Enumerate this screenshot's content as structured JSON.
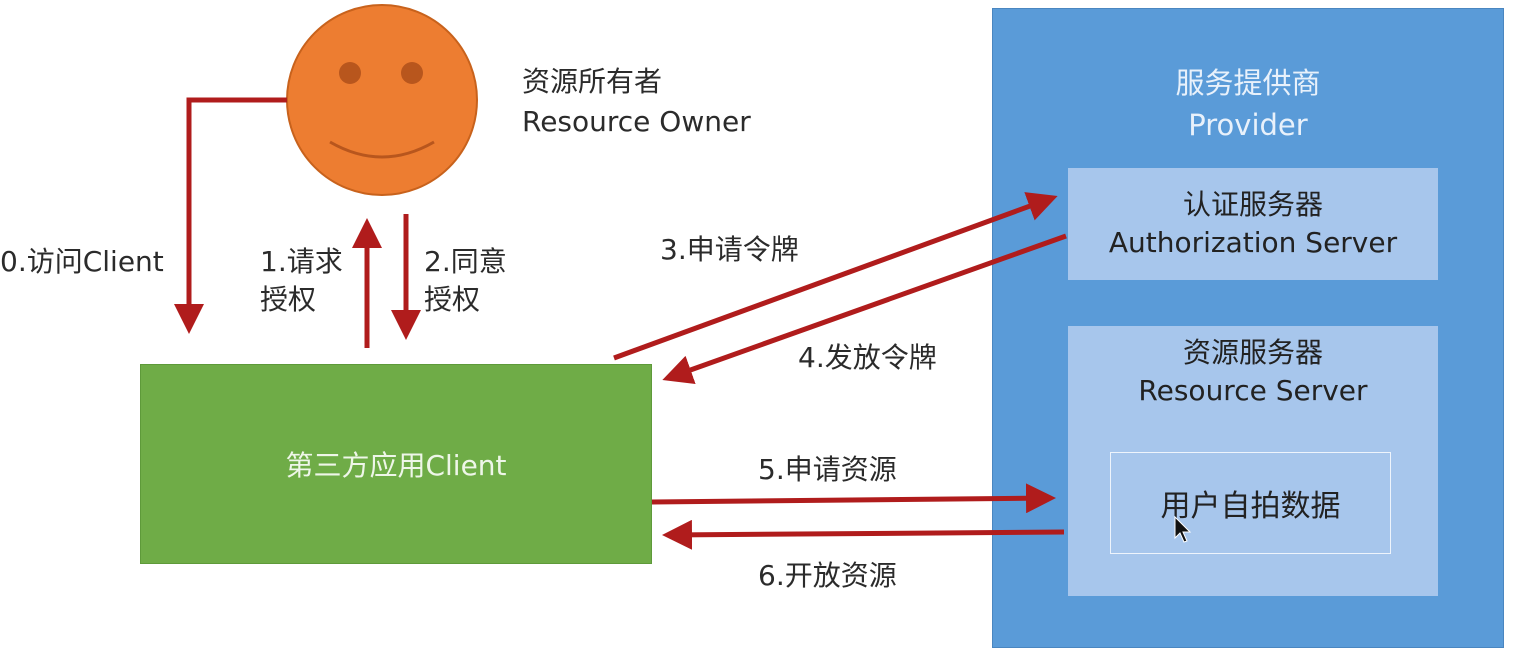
{
  "resource_owner": {
    "label_zh": "资源所有者",
    "label_en": "Resource Owner"
  },
  "provider": {
    "title_zh": "服务提供商",
    "title_en": "Provider",
    "auth_server": {
      "label_zh": "认证服务器",
      "label_en": "Authorization Server"
    },
    "resource_server": {
      "label_zh": "资源服务器",
      "label_en": "Resource Server",
      "data_box": "用户自拍数据"
    }
  },
  "client": {
    "label": "第三方应用Client"
  },
  "steps": {
    "step0": "0.访问Client",
    "step1_line1": "1.请求",
    "step1_line2": "授权",
    "step2_line1": "2.同意",
    "step2_line2": "授权",
    "step3": "3.申请令牌",
    "step4": "4.发放令牌",
    "step5": "5.申请资源",
    "step6": "6.开放资源"
  },
  "colors": {
    "arrow": "#b01c1c",
    "owner_face": "#ed7d31",
    "client": "#6fac47",
    "provider": "#5a9bd8",
    "server_box": "#a7c6ec"
  }
}
